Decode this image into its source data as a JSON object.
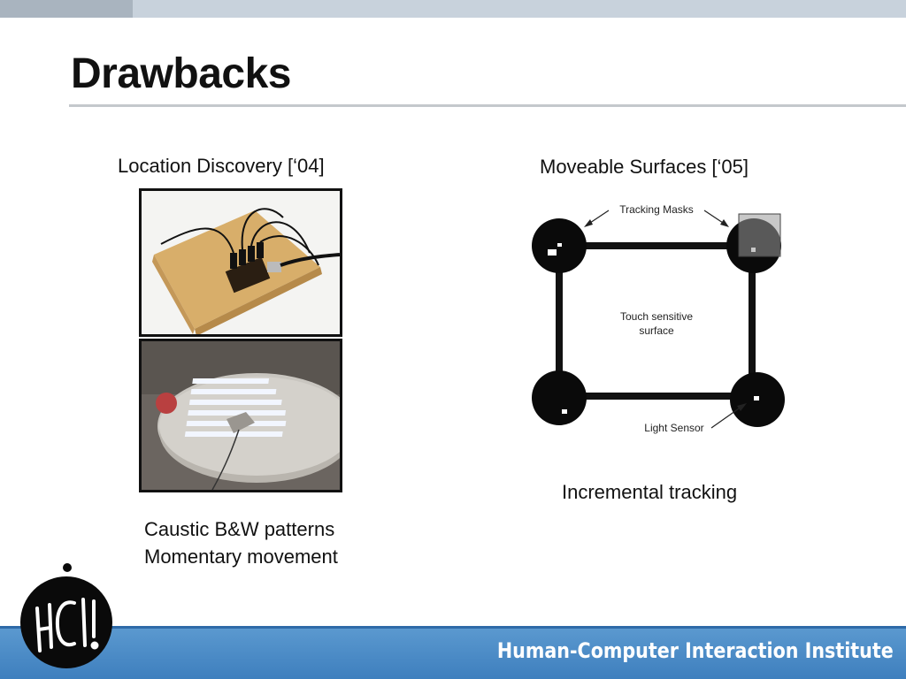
{
  "slide": {
    "title": "Drawbacks"
  },
  "left": {
    "heading": "Location Discovery [‘04]",
    "notes": [
      "Caustic B&W patterns",
      "Momentary movement"
    ]
  },
  "right": {
    "heading": "Moveable Surfaces [‘05]",
    "diagram": {
      "label_masks": "Tracking Masks",
      "label_surface_line1": "Touch sensitive",
      "label_surface_line2": "surface",
      "label_sensor": "Light Sensor"
    },
    "caption": "Incremental tracking"
  },
  "footer": {
    "institute": "Human-Computer Interaction Institute"
  },
  "logo": {
    "text": "HCII"
  },
  "colors": {
    "footer_blue": "#4a8ac7",
    "top_bar": "#c8d2dc",
    "rule": "#c4c8cc"
  }
}
